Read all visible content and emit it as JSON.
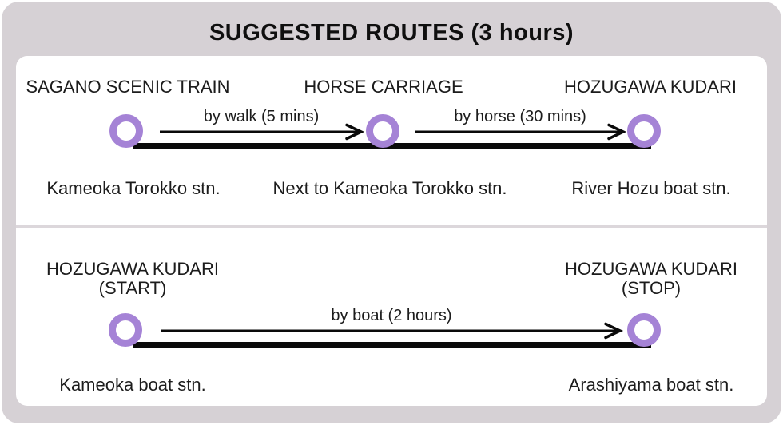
{
  "title": "SUGGESTED ROUTES (3 hours)",
  "colors": {
    "card_background": "#d6d1d5",
    "panel_background": "#ffffff",
    "node_ring": "#a583d6",
    "line": "#0a0a0a",
    "divider": "#dcd7db",
    "text": "#1c1c1c"
  },
  "routes": [
    {
      "name": "route-1",
      "stops": [
        {
          "heading": "SAGANO SCENIC TRAIN",
          "station": "Kameoka Torokko stn."
        },
        {
          "heading": "HORSE CARRIAGE",
          "station": "Next to Kameoka Torokko stn."
        },
        {
          "heading": "HOZUGAWA KUDARI",
          "station": "River Hozu boat stn."
        }
      ],
      "legs": [
        {
          "label": "by walk (5 mins)"
        },
        {
          "label": "by horse (30 mins)"
        }
      ]
    },
    {
      "name": "route-2",
      "stops": [
        {
          "heading": "HOZUGAWA KUDARI",
          "subheading": "(START)",
          "station": "Kameoka boat stn."
        },
        {
          "heading": "HOZUGAWA KUDARI",
          "subheading": "(STOP)",
          "station": "Arashiyama boat stn."
        }
      ],
      "legs": [
        {
          "label": "by boat (2 hours)"
        }
      ]
    }
  ]
}
